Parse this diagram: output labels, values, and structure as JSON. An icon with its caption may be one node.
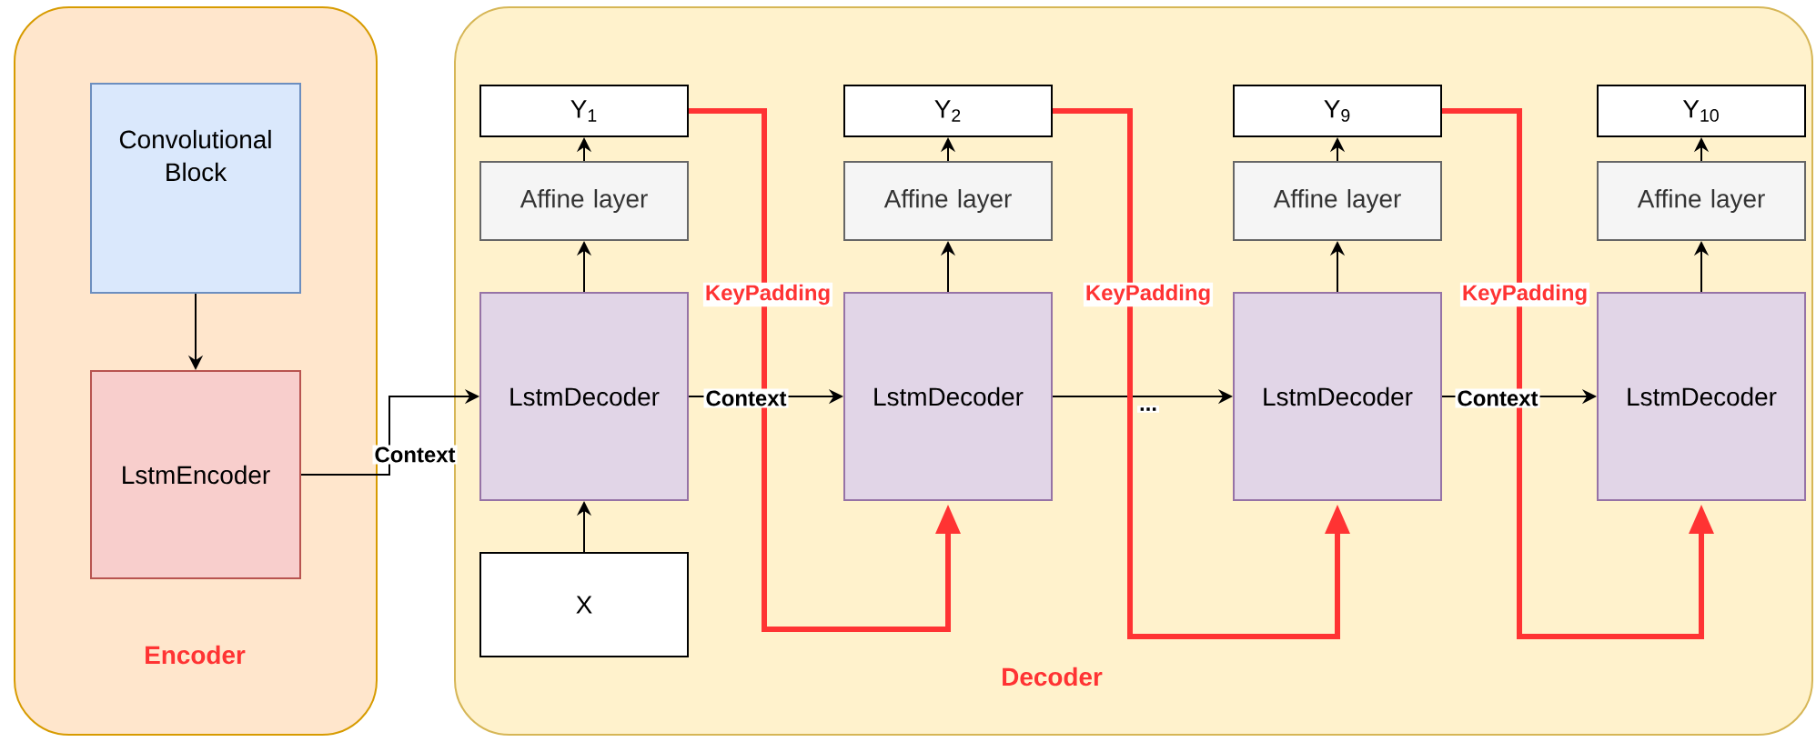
{
  "diagram": {
    "nodes": [
      {
        "text": [
          "Encoder"
        ]
      },
      {
        "text": [
          "Convolutional Block"
        ],
        "in": 0
      },
      {
        "text": [
          "LstmEncoder"
        ],
        "in": 0
      },
      {
        "text": [
          "Decoder"
        ]
      },
      {
        "text": [
          "Y$_{1}$"
        ],
        "in": 3
      },
      {
        "text": [
          "Affine layer"
        ],
        "in": 3
      },
      {
        "text": [
          "LstmDecoder"
        ],
        "in": 3
      },
      {
        "text": [
          "X"
        ],
        "in": 3
      },
      {
        "text": [
          "Y$_{2}$"
        ],
        "in": 3
      },
      {
        "text": [
          "Affine layer"
        ],
        "in": 3
      },
      {
        "text": [
          "LstmDecoder"
        ],
        "in": 3
      },
      {
        "text": [
          "Y$_{9}$"
        ],
        "in": 3
      },
      {
        "text": [
          "Affine layer"
        ],
        "in": 3
      },
      {
        "text": [
          "LstmDecoder"
        ],
        "in": 3
      },
      {
        "text": [
          "Y$_{10}$"
        ],
        "in": 3
      },
      {
        "text": [
          "Affine layer"
        ],
        "in": 3
      },
      {
        "text": [
          "LstmDecoder"
        ],
        "in": 3
      }
    ],
    "edges": [
      {
        "from": 1,
        "to": 2,
        "arrow": "to"
      },
      {
        "from": 2,
        "to": 6,
        "arrow": "to",
        "label": "Context"
      },
      {
        "from": 7,
        "to": 6,
        "arrow": "to"
      },
      {
        "from": 6,
        "to": 5,
        "arrow": "to"
      },
      {
        "from": 5,
        "to": 4,
        "arrow": "to"
      },
      {
        "from": 6,
        "to": 10,
        "arrow": "to",
        "label": "Context"
      },
      {
        "from": 4,
        "to": 10,
        "arrow": "to",
        "label": "KeyPadding",
        "style": "thick",
        "color": "#ff3333"
      },
      {
        "from": 10,
        "to": 9,
        "arrow": "to"
      },
      {
        "from": 9,
        "to": 8,
        "arrow": "to"
      },
      {
        "from": 10,
        "to": 13,
        "arrow": "to",
        "label": "..."
      },
      {
        "from": 8,
        "to": 13,
        "arrow": "to",
        "label": "KeyPadding",
        "style": "thick",
        "color": "#ff3333"
      },
      {
        "from": 13,
        "to": 12,
        "arrow": "to"
      },
      {
        "from": 12,
        "to": 11,
        "arrow": "to"
      },
      {
        "from": 13,
        "to": 16,
        "arrow": "to",
        "label": "Context"
      },
      {
        "from": 11,
        "to": 16,
        "arrow": "to",
        "label": "KeyPadding",
        "style": "thick",
        "color": "#ff3333"
      },
      {
        "from": 16,
        "to": 15,
        "arrow": "to"
      },
      {
        "from": 15,
        "to": 14,
        "arrow": "to"
      }
    ]
  }
}
